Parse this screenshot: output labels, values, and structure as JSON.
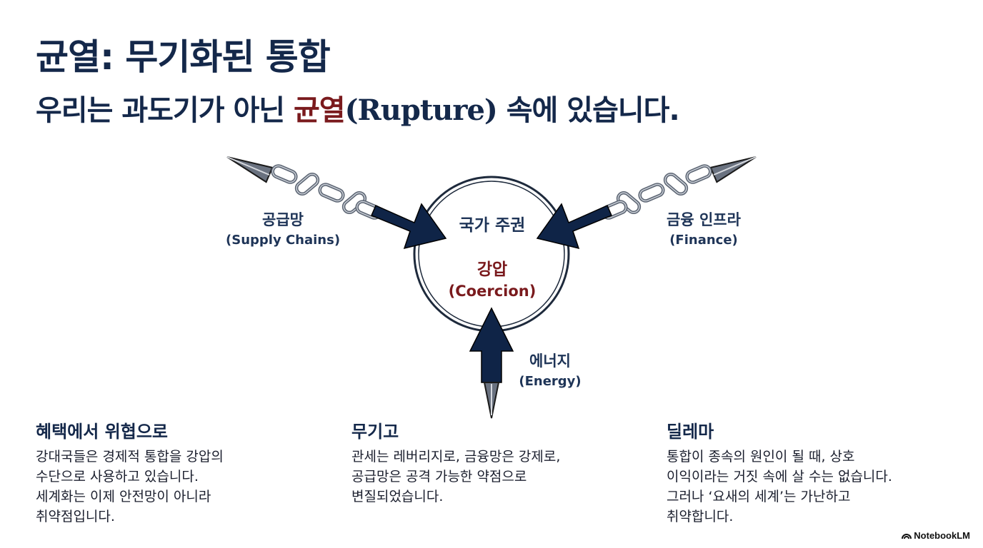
{
  "title": "균열: 무기화된 통합",
  "subtitle": {
    "prefix": "우리는 과도기가 아닌 ",
    "highlight": "균열",
    "latin": "(Rupture)",
    "suffix": " 속에 있습니다."
  },
  "diagram": {
    "center_top": "국가 주권",
    "center_ko": "강압",
    "center_en": "(Coercion)",
    "arrows": [
      {
        "ko": "공급망",
        "en": "(Supply Chains)"
      },
      {
        "ko": "금융 인프라",
        "en": "(Finance)"
      },
      {
        "ko": "에너지",
        "en": "(Energy)"
      }
    ]
  },
  "columns": [
    {
      "heading": "혜택에서 위협으로",
      "body": "강대국들은 경제적 통합을 강압의\n수단으로 사용하고 있습니다.\n세계화는 이제 안전망이 아니라\n취약점입니다."
    },
    {
      "heading": "무기고",
      "body": "관세는 레버리지로, 금융망은 강제로,\n공급망은 공격 가능한 약점으로\n변질되었습니다."
    },
    {
      "heading": "딜레마",
      "body": "통합이 종속의 원인이 될 때, 상호\n이익이라는 거짓 속에 살 수는 없습니다.\n그러나 ‘요새의 세계’는 가난하고\n취약합니다."
    }
  ],
  "brand": "NotebookLM",
  "colors": {
    "navy": "#14284a",
    "arrow": "#0f2447",
    "accent": "#7a1a1d"
  }
}
